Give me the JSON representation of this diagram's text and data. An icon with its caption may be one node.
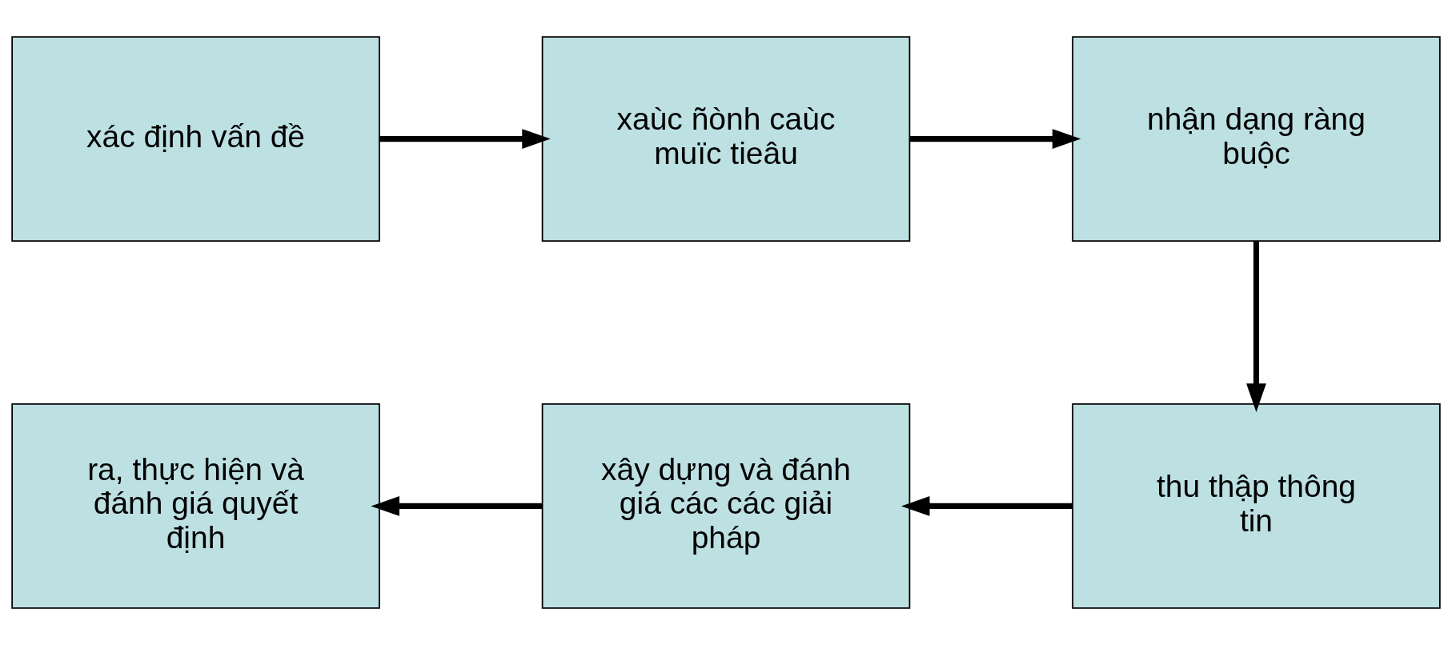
{
  "diagram": {
    "nodes": [
      {
        "text": [
          "xác định vấn đề"
        ]
      },
      {
        "text": [
          "xaùc ñònh caùc muïc tieâu"
        ]
      },
      {
        "text": [
          "nhận dạng ràng buộc"
        ]
      },
      {
        "text": [
          "thu thập thông tin"
        ]
      },
      {
        "text": [
          "xây dựng và đánh giá các các giải pháp"
        ]
      },
      {
        "text": [
          "ra, thực hiện và đánh giá quyết định"
        ]
      }
    ],
    "edges": [
      {
        "from": 0,
        "to": 1,
        "arrow": "to"
      },
      {
        "from": 1,
        "to": 2,
        "arrow": "to"
      },
      {
        "from": 2,
        "to": 3,
        "arrow": "to"
      },
      {
        "from": 3,
        "to": 4,
        "arrow": "to"
      },
      {
        "from": 4,
        "to": 5,
        "arrow": "to"
      }
    ]
  }
}
